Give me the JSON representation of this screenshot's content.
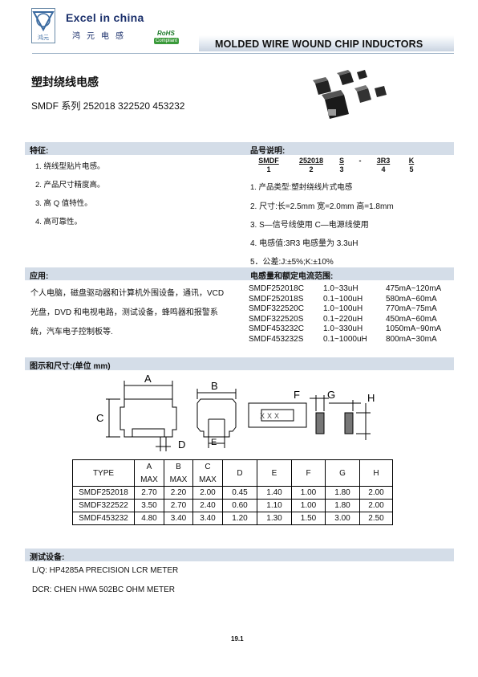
{
  "header": {
    "brand": "Excel in china",
    "brand_cn": "鸿元电感",
    "rohs_top": "RoHS",
    "rohs_bottom": "Compliant",
    "title": "MOLDED WIRE WOUND CHIP INDUCTORS"
  },
  "title_cn": "塑封绕线电感",
  "subtitle": "SMDF 系列 252018 322520 453232",
  "features": {
    "heading": "特征:",
    "items": [
      "1.   绕线型贴片电感。",
      "2.   产品尺寸精度高。",
      "3.   高 Q 值特性。",
      "4.   高可靠性。"
    ]
  },
  "part_number": {
    "heading": "品号说明:",
    "codes": [
      "SMDF",
      "252018",
      "S",
      "-",
      "3R3",
      "K"
    ],
    "nums": [
      "1",
      "2",
      "3",
      "4",
      "5"
    ],
    "explain": [
      "1.  产品类型:塑封绕线片式电感",
      "2.  尺寸:长=2.5mm   宽=2.0mm   高=1.8mm",
      "3.    S—信号线使用     C—电源线使用",
      "4.  电感值:3R3 电感量为 3.3uH",
      "5．公差:J:±5%;K:±10%"
    ]
  },
  "application": {
    "heading": "应用:",
    "lines": [
      "个人电脑，磁盘驱动器和计算机外围设备，通讯，VCD",
      "光盘，DVD 和电视电路，测试设备，蜂鸣器和报警系",
      "统，汽车电子控制板等."
    ]
  },
  "ratings": {
    "heading": "电感量和额定电流范围:",
    "rows": [
      [
        "SMDF252018C",
        "1.0~33uH",
        "475mA~120mA"
      ],
      [
        "SMDF252018S",
        "0.1~100uH",
        "580mA~60mA"
      ],
      [
        "SMDF322520C",
        "1.0~100uH",
        "770mA~75mA"
      ],
      [
        "SMDF322520S",
        "0.1~220uH",
        "450mA~60mA"
      ],
      [
        "SMDF453232C",
        "1.0~330uH",
        "1050mA~90mA"
      ],
      [
        "SMDF453232S",
        "0.1~1000uH",
        "800mA~30mA"
      ]
    ]
  },
  "dimensions": {
    "heading": "图示和尺寸:(单位 mm)",
    "letters": {
      "A": "A",
      "B": "B",
      "C": "C",
      "D": "D",
      "E": "E",
      "F": "F",
      "G": "G",
      "H": "H"
    },
    "marking": "XXX",
    "columns": [
      "TYPE",
      "A",
      "B",
      "C",
      "D",
      "E",
      "F",
      "G",
      "H"
    ],
    "max": "MAX",
    "rows": [
      [
        "SMDF252018",
        "2.70",
        "2.20",
        "2.00",
        "0.45",
        "1.40",
        "1.00",
        "1.80",
        "2.00"
      ],
      [
        "SMDF322522",
        "3.50",
        "2.70",
        "2.40",
        "0.60",
        "1.10",
        "1.00",
        "1.80",
        "2.00"
      ],
      [
        "SMDF453232",
        "4.80",
        "3.40",
        "3.40",
        "1.20",
        "1.30",
        "1.50",
        "3.00",
        "2.50"
      ]
    ]
  },
  "test": {
    "heading": "测试设备:",
    "lcr": "L/Q: HP4285A PRECISION LCR METER",
    "dcr": "DCR: CHEN HWA 502BC OHM METER"
  },
  "page_number": "19.1"
}
